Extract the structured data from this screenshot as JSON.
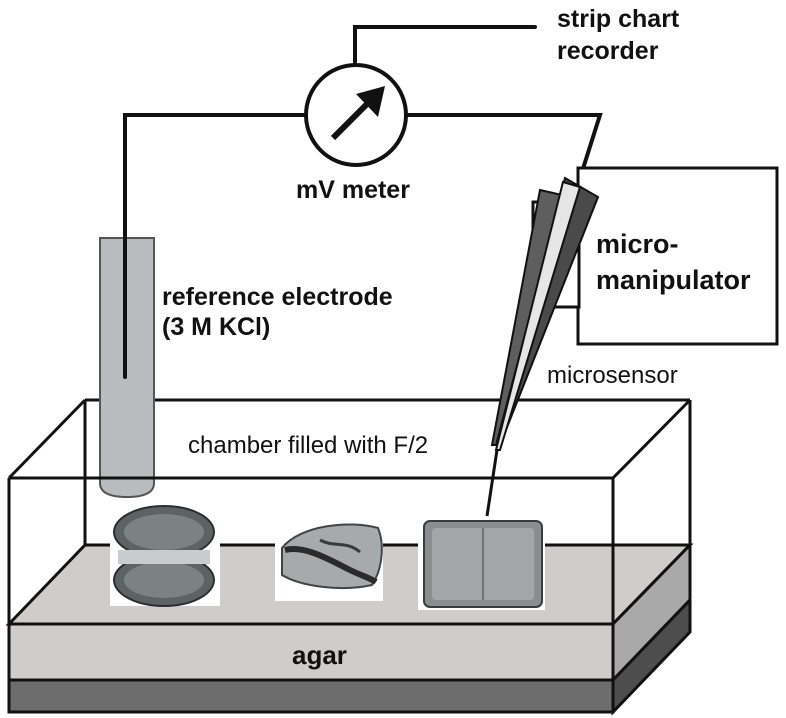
{
  "labels": {
    "recorder": [
      "strip chart",
      "recorder"
    ],
    "meter": "mV meter",
    "reference": [
      "reference electrode",
      "(3 M KCl)"
    ],
    "manipulator": [
      "micro-",
      "manipulator"
    ],
    "microsensor": "microsensor",
    "chamber": "chamber filled with F/2",
    "agar": "agar"
  },
  "colors": {
    "line": "#111111",
    "electrode_fill": "#b9bbbf",
    "agar_light": "#cfcccb",
    "agar_dark": "#6d6d6d",
    "side_light": "#a9a9a9",
    "side_dark": "#4d4d4d"
  }
}
